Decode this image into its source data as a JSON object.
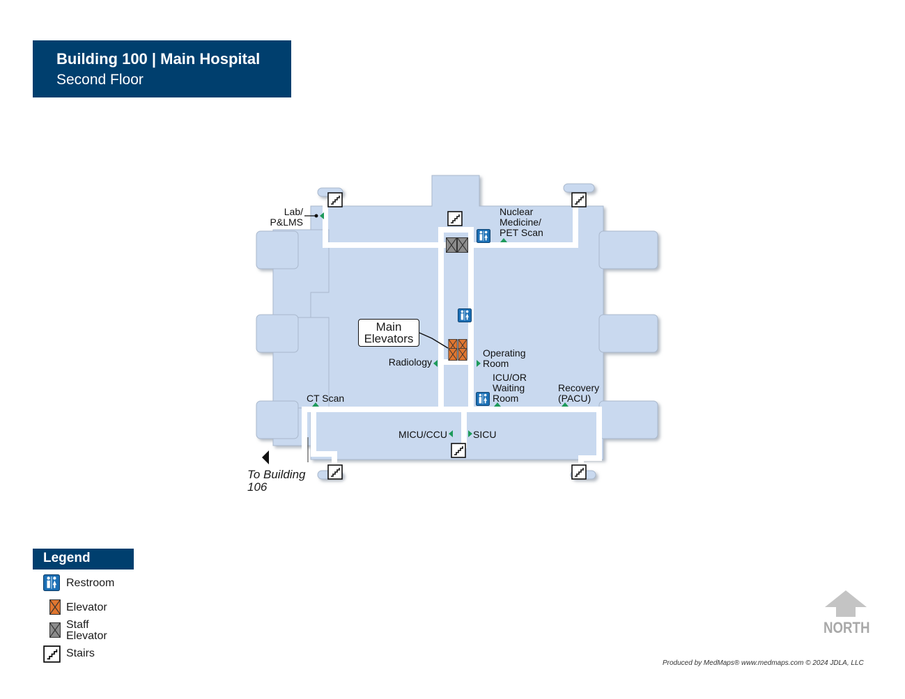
{
  "header": {
    "title": "Building 100 | Main Hospital",
    "subtitle": "Second Floor"
  },
  "map": {
    "labels": {
      "lab_line1": "Lab/",
      "lab_line2": "P&LMS",
      "nuclear_line1": "Nuclear",
      "nuclear_line2": "Medicine/",
      "nuclear_line3": "PET Scan",
      "radiology": "Radiology",
      "operating_line1": "Operating",
      "operating_line2": "Room",
      "icu_line1": "ICU/OR",
      "icu_line2": "Waiting",
      "icu_line3": "Room",
      "recovery_line1": "Recovery",
      "recovery_line2": "(PACU)",
      "ct_scan": "CT Scan",
      "micu": "MICU/CCU",
      "sicu": "SICU"
    },
    "callout_line1": "Main",
    "callout_line2": "Elevators",
    "to_building_line1": "To Building",
    "to_building_line2": "106",
    "colors": {
      "floor": "#c9d9ef",
      "corridor": "#ffffff",
      "destination_marker": "#1e9a5a",
      "elevator": "#e0762f",
      "staff_elevator": "#8c8c8c",
      "restroom": "#1b6fb5"
    }
  },
  "legend": {
    "title": "Legend",
    "restroom": "Restroom",
    "elevator": "Elevator",
    "staff_line1": "Staff",
    "staff_line2": "Elevator",
    "stairs": "Stairs"
  },
  "north_label": "NORTH",
  "credit": "Produced by MedMaps®  www.medmaps.com   © 2024 JDLA, LLC"
}
